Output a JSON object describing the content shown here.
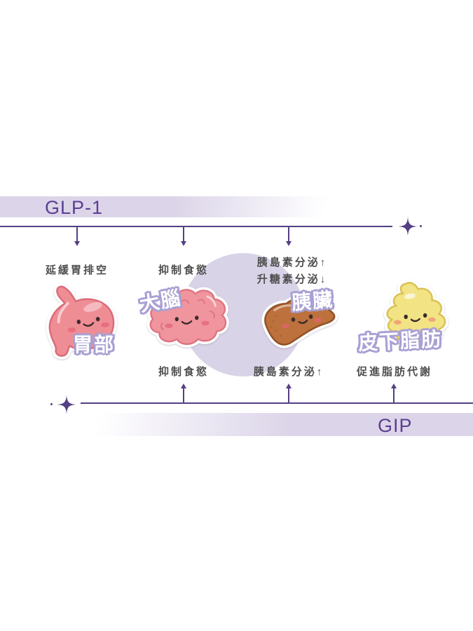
{
  "glp1": {
    "title": "GLP-1",
    "effects": {
      "stomach": "延緩胃排空",
      "brain": "抑制食慾",
      "pancreas_insulin_up": "胰島素分泌↑",
      "pancreas_glucagon_down": "升糖素分泌↓"
    }
  },
  "gip": {
    "title": "GIP",
    "effects": {
      "brain": "抑制食慾",
      "pancreas_insulin_up": "胰島素分泌↑",
      "fat": "促進脂肪代謝"
    }
  },
  "organs": {
    "stomach": {
      "label": "胃部",
      "color": "#ef8d95"
    },
    "brain": {
      "label": "大腦",
      "color": "#f0959d"
    },
    "pancreas": {
      "label": "胰臟",
      "color": "#bd713c"
    },
    "fat": {
      "label": "皮下脂肪",
      "color": "#f2e385"
    }
  },
  "colors": {
    "accent_text": "#5b3e92",
    "band": "#dcd5e9",
    "connector_line": "#544083",
    "backdrop_circle": "#d8d3e6",
    "badge_outline": "#a9a0d3",
    "effect_text": "#4e4e4e"
  }
}
